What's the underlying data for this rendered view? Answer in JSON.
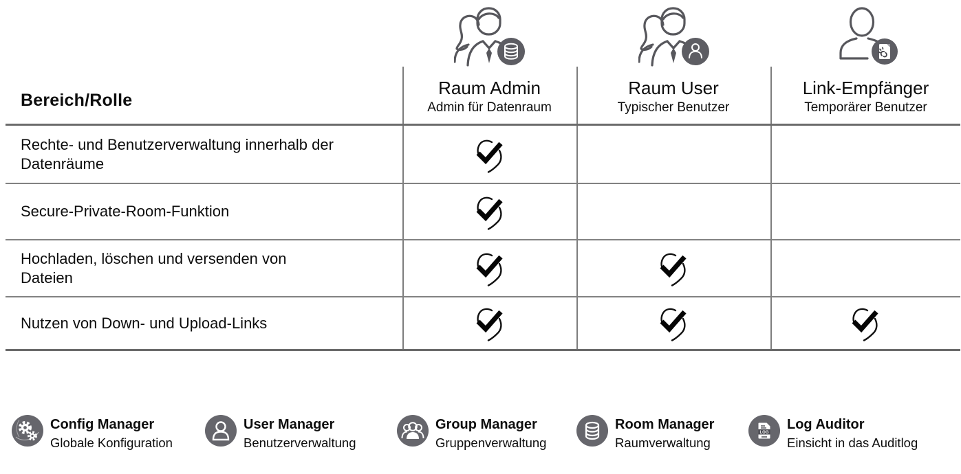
{
  "table": {
    "corner_header": "Bereich/Rolle",
    "columns": [
      {
        "title": "Raum Admin",
        "subtitle": "Admin für Datenraum",
        "icon": "two-users-database-icon"
      },
      {
        "title": "Raum User",
        "subtitle": "Typischer Benutzer",
        "icon": "two-users-person-icon"
      },
      {
        "title": "Link-Empfänger",
        "subtitle": "Temporärer Benutzer",
        "icon": "user-link-document-icon"
      }
    ],
    "rows": [
      {
        "label": "Rechte- und Benutzerverwaltung innerhalb der Datenräume",
        "checks": [
          true,
          false,
          false
        ]
      },
      {
        "label": "Secure-Private-Room-Funktion",
        "checks": [
          true,
          false,
          false
        ]
      },
      {
        "label": "Hochladen, löschen und versenden von Dateien",
        "checks": [
          true,
          true,
          false
        ]
      },
      {
        "label": "Nutzen von Down- und Upload-Links",
        "checks": [
          true,
          true,
          true
        ]
      }
    ],
    "check_icon": "check-refresh-icon"
  },
  "legend": [
    {
      "title": "Config Manager",
      "subtitle": "Globale Konfiguration",
      "icon": "gears-icon"
    },
    {
      "title": "User Manager",
      "subtitle": "Benutzerverwaltung",
      "icon": "user-icon"
    },
    {
      "title": "Group Manager",
      "subtitle": "Gruppenverwaltung",
      "icon": "group-icon"
    },
    {
      "title": "Room Manager",
      "subtitle": "Raumverwaltung",
      "icon": "database-icon"
    },
    {
      "title": "Log Auditor",
      "subtitle": "Einsicht in das Auditlog",
      "icon": "log-document-icon"
    }
  ],
  "colors": {
    "icon_outline": "#57575c",
    "badge_fill": "#5d5d63",
    "legend_circle_fill": "#66666c",
    "grid_line": "#828282",
    "grid_line_strong": "#6b6b6b",
    "text": "#0d0d0d"
  }
}
